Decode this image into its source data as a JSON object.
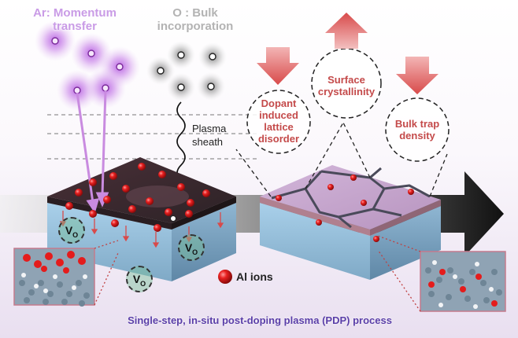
{
  "labels": {
    "ar_line1": "Ar: Momentum",
    "ar_line2": "transfer",
    "o_line1": "O : Bulk",
    "o_line2": "incorporation",
    "sheath_line1": "Plasma",
    "sheath_line2": "sheath",
    "surface_line1": "Surface",
    "surface_line2": "crystallinity",
    "dopant_line1": "Dopant",
    "dopant_line2": "induced",
    "dopant_line3": "lattice",
    "dopant_line4": "disorder",
    "bulktrap_line1": "Bulk trap",
    "bulktrap_line2": "density",
    "vo_symbol": "V",
    "vo_subscript": "O",
    "al_ions": "Al ions",
    "caption": "Single-step, in-situ post-doping plasma (PDP) process"
  },
  "colors": {
    "ar_glow": "#b45ce0",
    "o_sphere": "#9a9a9a",
    "al_ion": "#e02020",
    "arrow_red": "#e06a6a",
    "film_dark": "#3a2a30",
    "film_light": "#c9a9cf",
    "substrate": "#9cc2dc",
    "caption": "#5a3ea8"
  }
}
